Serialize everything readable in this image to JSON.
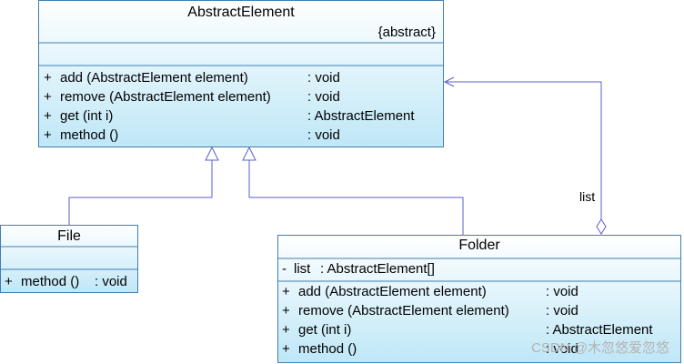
{
  "colors": {
    "box_top": "#ffffff",
    "box_bottom": "#bfe7f7",
    "box_border": "#3f7fb4",
    "connector": "#5a5fc8"
  },
  "abstract_element": {
    "title": "AbstractElement",
    "stereotype": "{abstract}",
    "methods": [
      {
        "visibility": "+",
        "signature": "add (AbstractElement element)",
        "return_type": ": void"
      },
      {
        "visibility": "+",
        "signature": "remove (AbstractElement element)",
        "return_type": ": void"
      },
      {
        "visibility": "+",
        "signature": "get (int i)",
        "return_type": ": AbstractElement"
      },
      {
        "visibility": "+",
        "signature": "method ()",
        "return_type": ": void"
      }
    ]
  },
  "file": {
    "title": "File",
    "methods": [
      {
        "visibility": "+",
        "signature": "method ()",
        "return_type": ": void"
      }
    ]
  },
  "folder": {
    "title": "Folder",
    "attributes": [
      {
        "visibility": "-",
        "signature": "list",
        "type": ": AbstractElement[]"
      }
    ],
    "methods": [
      {
        "visibility": "+",
        "signature": "add (AbstractElement element)",
        "return_type": ": void"
      },
      {
        "visibility": "+",
        "signature": "remove (AbstractElement element)",
        "return_type": ": void"
      },
      {
        "visibility": "+",
        "signature": "get (int i)",
        "return_type": ": AbstractElement"
      },
      {
        "visibility": "+",
        "signature": "method ()",
        "return_type": ": void"
      }
    ]
  },
  "association": {
    "label": "list"
  },
  "watermark": "CSDN @木忽悠爱忽悠"
}
